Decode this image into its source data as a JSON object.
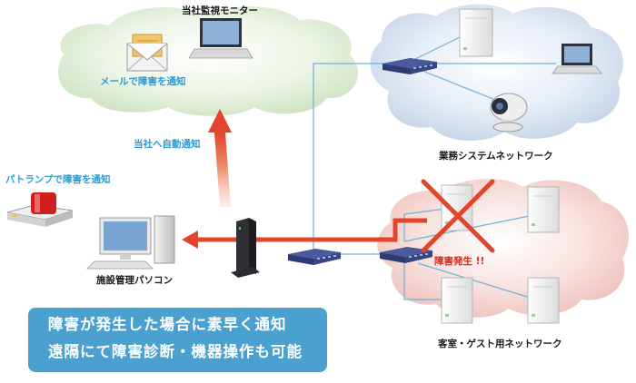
{
  "labels": {
    "monitor_title": "当社監視モニター",
    "mail_notify": "メールで障害を通知",
    "auto_notify": "当社へ自動通知",
    "patlamp_notify": "パトランプで障害を通知",
    "business_network": "業務システムネットワーク",
    "facility_pc": "施設管理パソコン",
    "failure": "障害発生 !!",
    "guest_network": "客室・ゲスト用ネットワーク"
  },
  "callout": {
    "line1": "障害が発生した場合に素早く通知",
    "line2": "遠隔にて障害診断・機器操作も可能"
  },
  "colors": {
    "cloud_green": "#dcecd2",
    "cloud_blue": "#cfdcec",
    "cloud_pink": "#f5d3cf",
    "arrow_red": "#e2442c",
    "link_line": "#6ab3d8",
    "label_blue": "#2e9bd0",
    "label_red": "#d9281e",
    "callout_bg": "#4aa0cf"
  }
}
